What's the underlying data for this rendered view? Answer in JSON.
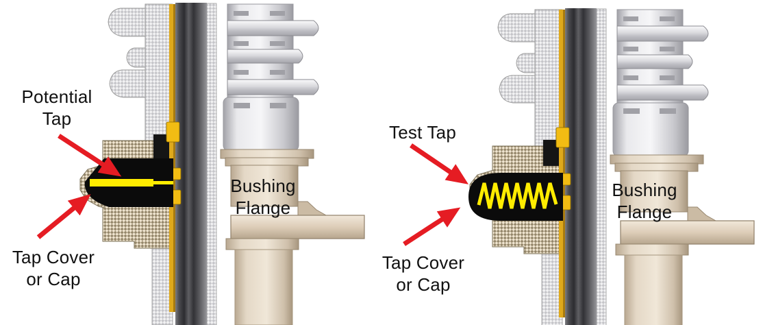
{
  "figure": {
    "left_diagram": {
      "tap_label": "Potential\nTap",
      "cover_label": "Tap Cover\nor Cap",
      "flange_label": "Bushing\nFlange",
      "tap_type": "rod"
    },
    "right_diagram": {
      "tap_label": "Test Tap",
      "cover_label": "Tap Cover\nor Cap",
      "flange_label": "Bushing\nFlange",
      "tap_type": "spring"
    }
  },
  "colors": {
    "arrow_red": "#e51c23",
    "tap_yellow": "#ffec00",
    "fitting_gold": "#f2bc13",
    "cavity_black": "#0b0b0b",
    "flange_beige": "#d9cab8",
    "insulator_silver": "#dcdce0",
    "label_text": "#111111",
    "background": "#ffffff"
  }
}
